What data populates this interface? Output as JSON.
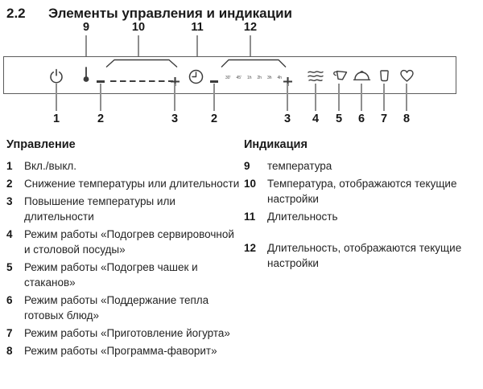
{
  "title": {
    "section": "2.2",
    "text": "Элементы управления и индикации"
  },
  "diagram": {
    "top_callouts": [
      "9",
      "10",
      "11",
      "12"
    ],
    "bottom_callouts": [
      "1",
      "2",
      "3",
      "2",
      "3",
      "4",
      "5",
      "6",
      "7",
      "8"
    ],
    "duration_scale": [
      "30'",
      "45'",
      "1h",
      "2h",
      "3h",
      "4h"
    ],
    "icons": {
      "power-icon": "standby power symbol",
      "thermometer-icon": "thermometer",
      "minus-icon": "−",
      "plus-icon": "+",
      "timer-icon": "clock face",
      "dishware-warming-icon": "stack of plates (wavy lines)",
      "cup-warming-icon": "cup with handle",
      "keep-warm-icon": "cloche dome",
      "yogurt-icon": "yogurt pot",
      "favourite-program-icon": "heart outline"
    }
  },
  "legend": {
    "controls": {
      "heading": "Управление",
      "items": [
        {
          "num": "1",
          "label": "Вкл./выкл."
        },
        {
          "num": "2",
          "label": "Снижение температуры или длительности"
        },
        {
          "num": "3",
          "label": "Повышение температуры или длительности"
        },
        {
          "num": "4",
          "label": "Режим работы «Подогрев сервировочной и столовой посуды»"
        },
        {
          "num": "5",
          "label": "Режим работы «Подогрев чашек и стаканов»"
        },
        {
          "num": "6",
          "label": "Режим работы «Поддержание тепла готовых блюд»"
        },
        {
          "num": "7",
          "label": "Режим работы «Приготовление йогурта»"
        },
        {
          "num": "8",
          "label": "Режим работы «Программа-фаворит»"
        }
      ]
    },
    "indication": {
      "heading": "Индикация",
      "items": [
        {
          "num": "9",
          "label": "температура"
        },
        {
          "num": "10",
          "label": "Температура, отображаются текущие настройки"
        },
        {
          "num": "11",
          "label": "Длительность"
        },
        {
          "num": "12",
          "label": "Длительность, отображаются текущие настройки"
        }
      ]
    }
  }
}
